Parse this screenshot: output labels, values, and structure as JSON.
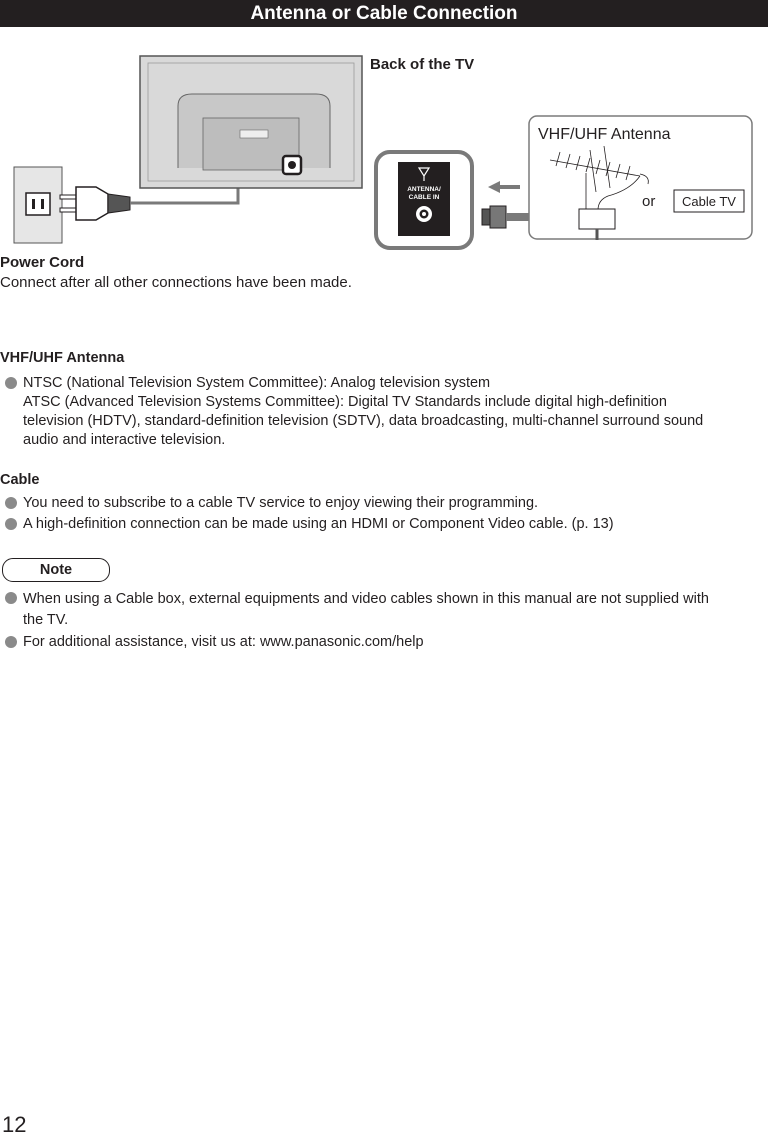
{
  "header": {
    "title": "Antenna or Cable Connection"
  },
  "diagram": {
    "back_of_tv_label": "Back of the TV",
    "port_label_line1": "ANTENNA/",
    "port_label_line2": "CABLE IN",
    "antenna_box_title": "VHF/UHF Antenna",
    "or_label": "or",
    "cable_tv_label": "Cable TV"
  },
  "power_cord": {
    "title": "Power Cord",
    "text": "Connect after all other connections have been made."
  },
  "antenna_section": {
    "title": "VHF/UHF Antenna",
    "items": [
      {
        "line1": "NTSC (National Television System Committee): Analog television system",
        "line2": "ATSC (Advanced Television Systems Committee): Digital TV Standards include digital high-definition",
        "line3": "television (HDTV), standard-definition television (SDTV), data broadcasting, multi-channel surround sound",
        "line4": "audio and interactive television."
      }
    ]
  },
  "cable_section": {
    "title": "Cable",
    "items": [
      {
        "text": "You need to subscribe to a cable TV service to enjoy viewing their programming."
      },
      {
        "text": "A high-definition connection can be made using an HDMI or Component Video cable. (p. 13)"
      }
    ]
  },
  "note": {
    "label": "Note",
    "items": [
      {
        "line1": "When using a Cable box, external equipments and video cables shown in this manual are not supplied with",
        "line2": "the TV."
      },
      {
        "text": "For additional assistance, visit us at: www.panasonic.com/help"
      }
    ]
  },
  "page_number": "12",
  "colors": {
    "header_bg": "#231f20",
    "bullet": "#8a8a8a",
    "tv_body": "#d9d9d9",
    "outline": "#7a7a7a"
  }
}
